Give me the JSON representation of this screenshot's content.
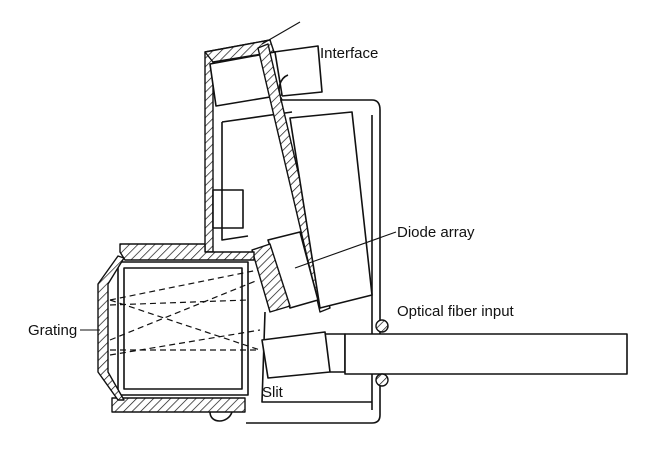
{
  "figure": {
    "labels": {
      "interface": "Interface",
      "diode_array": "Diode array",
      "optical_fiber_input": "Optical fiber input",
      "grating": "Grating",
      "slit": "Slit"
    }
  }
}
